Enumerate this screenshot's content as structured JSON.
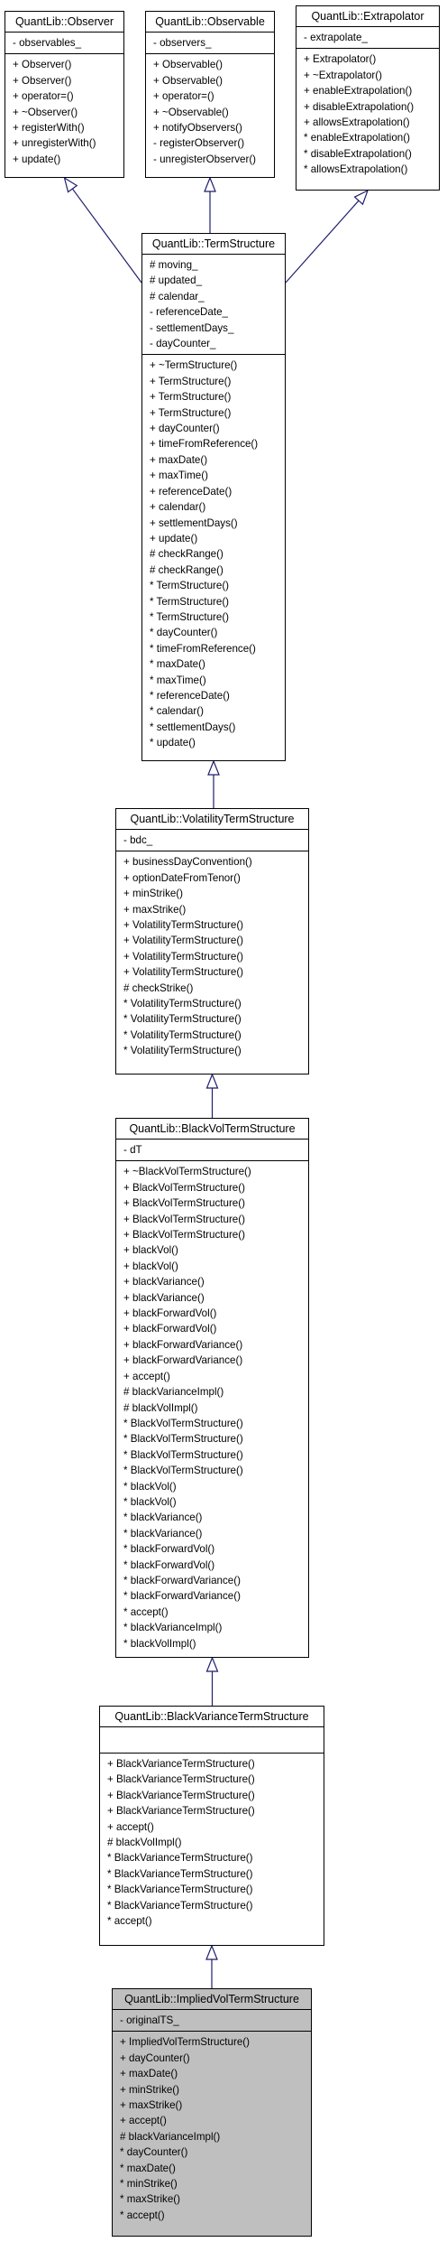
{
  "classes": [
    {
      "id": "observer",
      "title": "QuantLib::Observer",
      "attributes": [
        "- observables_"
      ],
      "operations": [
        "+ Observer()",
        "+ Observer()",
        "+ operator=()",
        "+ ~Observer()",
        "+ registerWith()",
        "+ unregisterWith()",
        "+ update()"
      ]
    },
    {
      "id": "observable",
      "title": "QuantLib::Observable",
      "attributes": [
        "- observers_"
      ],
      "operations": [
        "+ Observable()",
        "+ Observable()",
        "+ operator=()",
        "+ ~Observable()",
        "+ notifyObservers()",
        "- registerObserver()",
        "- unregisterObserver()"
      ]
    },
    {
      "id": "extrapolator",
      "title": "QuantLib::Extrapolator",
      "attributes": [
        "- extrapolate_"
      ],
      "operations": [
        "+ Extrapolator()",
        "+ ~Extrapolator()",
        "+ enableExtrapolation()",
        "+ disableExtrapolation()",
        "+ allowsExtrapolation()",
        "* enableExtrapolation()",
        "* disableExtrapolation()",
        "* allowsExtrapolation()"
      ]
    },
    {
      "id": "termstructure",
      "title": "QuantLib::TermStructure",
      "attributes": [
        "# moving_",
        "# updated_",
        "# calendar_",
        "- referenceDate_",
        "- settlementDays_",
        "- dayCounter_"
      ],
      "operations": [
        "+ ~TermStructure()",
        "+ TermStructure()",
        "+ TermStructure()",
        "+ TermStructure()",
        "+ dayCounter()",
        "+ timeFromReference()",
        "+ maxDate()",
        "+ maxTime()",
        "+ referenceDate()",
        "+ calendar()",
        "+ settlementDays()",
        "+ update()",
        "# checkRange()",
        "# checkRange()",
        "* TermStructure()",
        "* TermStructure()",
        "* TermStructure()",
        "* dayCounter()",
        "* timeFromReference()",
        "* maxDate()",
        "* maxTime()",
        "* referenceDate()",
        "* calendar()",
        "* settlementDays()",
        "* update()"
      ]
    },
    {
      "id": "volatilitytermstructure",
      "title": "QuantLib::VolatilityTermStructure",
      "attributes": [
        "- bdc_"
      ],
      "operations": [
        "+ businessDayConvention()",
        "+ optionDateFromTenor()",
        "+ minStrike()",
        "+ maxStrike()",
        "+ VolatilityTermStructure()",
        "+ VolatilityTermStructure()",
        "+ VolatilityTermStructure()",
        "+ VolatilityTermStructure()",
        "# checkStrike()",
        "* VolatilityTermStructure()",
        "* VolatilityTermStructure()",
        "* VolatilityTermStructure()",
        "* VolatilityTermStructure()"
      ]
    },
    {
      "id": "blackvoltermstructure",
      "title": "QuantLib::BlackVolTermStructure",
      "attributes": [
        "- dT"
      ],
      "operations": [
        "+ ~BlackVolTermStructure()",
        "+ BlackVolTermStructure()",
        "+ BlackVolTermStructure()",
        "+ BlackVolTermStructure()",
        "+ BlackVolTermStructure()",
        "+ blackVol()",
        "+ blackVol()",
        "+ blackVariance()",
        "+ blackVariance()",
        "+ blackForwardVol()",
        "+ blackForwardVol()",
        "+ blackForwardVariance()",
        "+ blackForwardVariance()",
        "+ accept()",
        "# blackVarianceImpl()",
        "# blackVolImpl()",
        "* BlackVolTermStructure()",
        "* BlackVolTermStructure()",
        "* BlackVolTermStructure()",
        "* BlackVolTermStructure()",
        "* blackVol()",
        "* blackVol()",
        "* blackVariance()",
        "* blackVariance()",
        "* blackForwardVol()",
        "* blackForwardVol()",
        "* blackForwardVariance()",
        "* blackForwardVariance()",
        "* accept()",
        "* blackVarianceImpl()",
        "* blackVolImpl()"
      ]
    },
    {
      "id": "blackvariancetermstructure",
      "title": "QuantLib::BlackVarianceTermStructure",
      "attributes": [],
      "operations": [
        "+ BlackVarianceTermStructure()",
        "+ BlackVarianceTermStructure()",
        "+ BlackVarianceTermStructure()",
        "+ BlackVarianceTermStructure()",
        "+ accept()",
        "# blackVolImpl()",
        "* BlackVarianceTermStructure()",
        "* BlackVarianceTermStructure()",
        "* BlackVarianceTermStructure()",
        "* BlackVarianceTermStructure()",
        "* accept()"
      ]
    },
    {
      "id": "impliedvoltermstructure",
      "title": "QuantLib::ImpliedVolTermStructure",
      "attributes": [
        "- originalTS_"
      ],
      "operations": [
        "+ ImpliedVolTermStructure()",
        "+ dayCounter()",
        "+ maxDate()",
        "+ minStrike()",
        "+ maxStrike()",
        "+ accept()",
        "# blackVarianceImpl()",
        "* dayCounter()",
        "* maxDate()",
        "* minStrike()",
        "* maxStrike()",
        "* accept()"
      ]
    }
  ],
  "edges": [
    {
      "from": "termstructure",
      "to": "observer"
    },
    {
      "from": "termstructure",
      "to": "observable"
    },
    {
      "from": "termstructure",
      "to": "extrapolator"
    },
    {
      "from": "volatilitytermstructure",
      "to": "termstructure"
    },
    {
      "from": "blackvoltermstructure",
      "to": "volatilitytermstructure"
    },
    {
      "from": "blackvariancetermstructure",
      "to": "blackvoltermstructure"
    },
    {
      "from": "impliedvoltermstructure",
      "to": "blackvariancetermstructure"
    }
  ],
  "colors": {
    "edge": "#1e1e6e",
    "highlight": "#bfbfbf",
    "box_border": "#000000"
  }
}
